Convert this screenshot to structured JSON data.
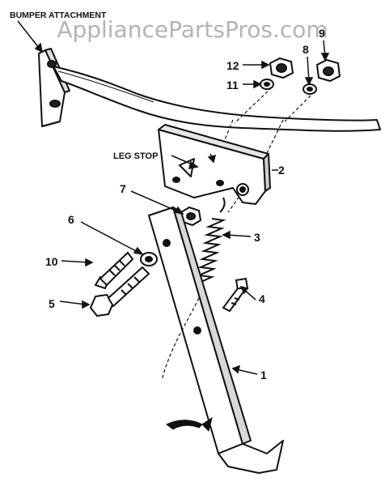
{
  "watermark": "AppliancePartsPros.com",
  "labels": {
    "bumper_attachment": "BUMPER ATTACHMENT",
    "leg_stop": "LEG STOP",
    "p1": "1",
    "p2": "2",
    "p3": "3",
    "p4": "4",
    "p5": "5",
    "p6": "6",
    "p7": "7",
    "p8": "8",
    "p9": "9",
    "p10": "10",
    "p11": "11",
    "p12": "12"
  },
  "colors": {
    "ink": "#111111",
    "paper": "#ffffff",
    "watermark": "#9a9a9a"
  }
}
